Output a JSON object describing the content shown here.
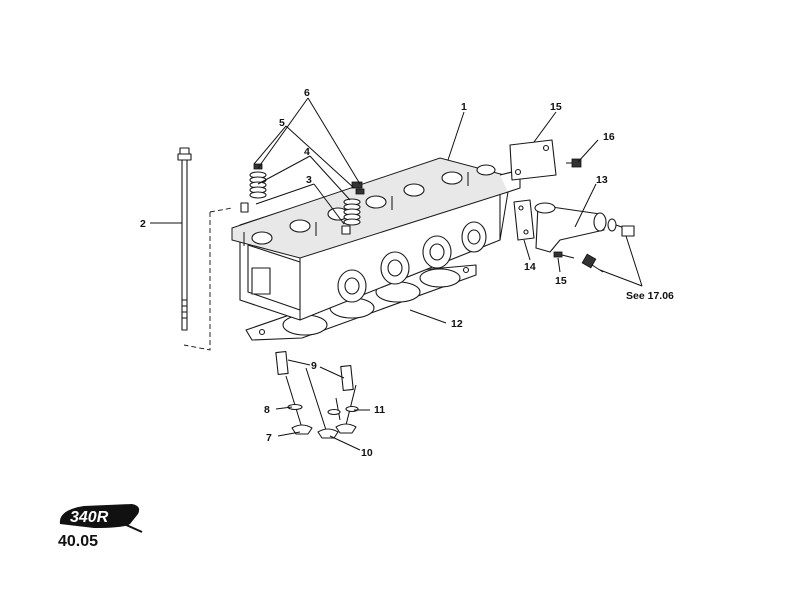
{
  "page": {
    "reference": "40.05",
    "logo_text": "340R"
  },
  "callouts": {
    "c1": "1",
    "c2": "2",
    "c3": "3",
    "c4": "4",
    "c5": "5",
    "c6": "6",
    "c7": "7",
    "c8": "8",
    "c9": "9",
    "c10": "10",
    "c11": "11",
    "c12": "12",
    "c13": "13",
    "c14": "14",
    "c15a": "15",
    "c15b": "15",
    "c16": "16",
    "see": "See 17.06"
  }
}
